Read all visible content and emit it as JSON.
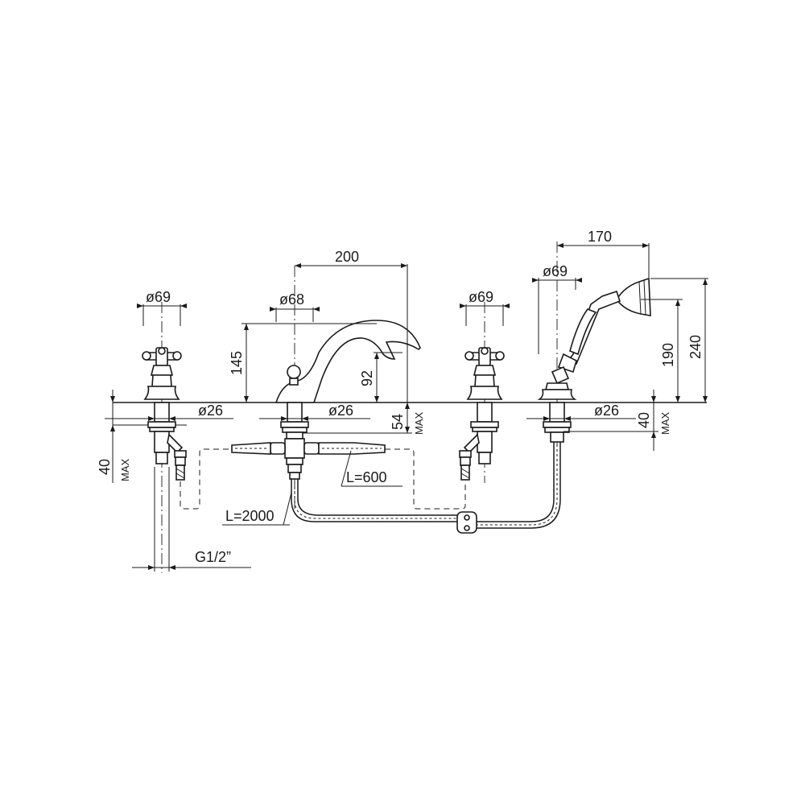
{
  "dimensions": {
    "left_handle_diameter": "ø69",
    "spout_diameter": "ø68",
    "right_handle_diameter": "ø69",
    "shower_handle_diameter": "ø69",
    "spout_reach": "200",
    "shower_reach": "170",
    "spout_height": "145",
    "spout_outlet_height": "92",
    "shower_height": "190",
    "shower_total_height": "240",
    "left_shank_diameter": "ø26",
    "spout_shank_diameter": "ø26",
    "shower_shank_diameter": "ø26",
    "left_max_value": "40",
    "left_max_label": "MAX",
    "spout_max_value": "54",
    "spout_max_label": "MAX",
    "shower_max_value": "40",
    "shower_max_label": "MAX",
    "connector_hose_length": "L=600",
    "shower_hose_length": "L=2000",
    "thread_size": "G1/2”"
  }
}
